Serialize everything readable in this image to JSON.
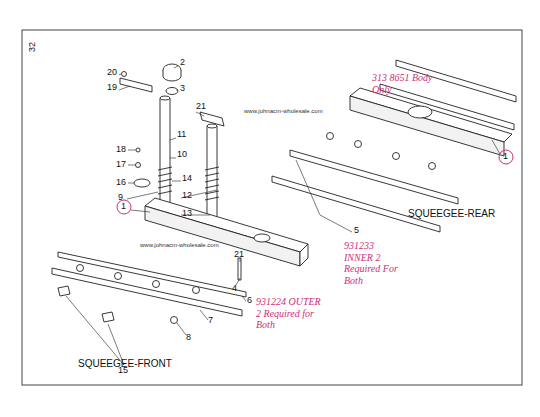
{
  "diagram": {
    "labels": [
      "32",
      "20",
      "19",
      "2",
      "3",
      "21",
      "11",
      "10",
      "18",
      "17",
      "16",
      "9",
      "14",
      "12",
      "13",
      "1",
      "4",
      "21",
      "6",
      "7",
      "8",
      "15",
      "5",
      "1",
      "www.johnacm-wholesale.com",
      "www.johnacm-wholesale.com",
      "SQUEEGEE-REAR",
      "SQUEEGEE-FRONT",
      "313 8651 Body Only",
      "931233 INNER 2 Required For Both",
      "931224 OUTER 2 Required for Both"
    ]
  }
}
